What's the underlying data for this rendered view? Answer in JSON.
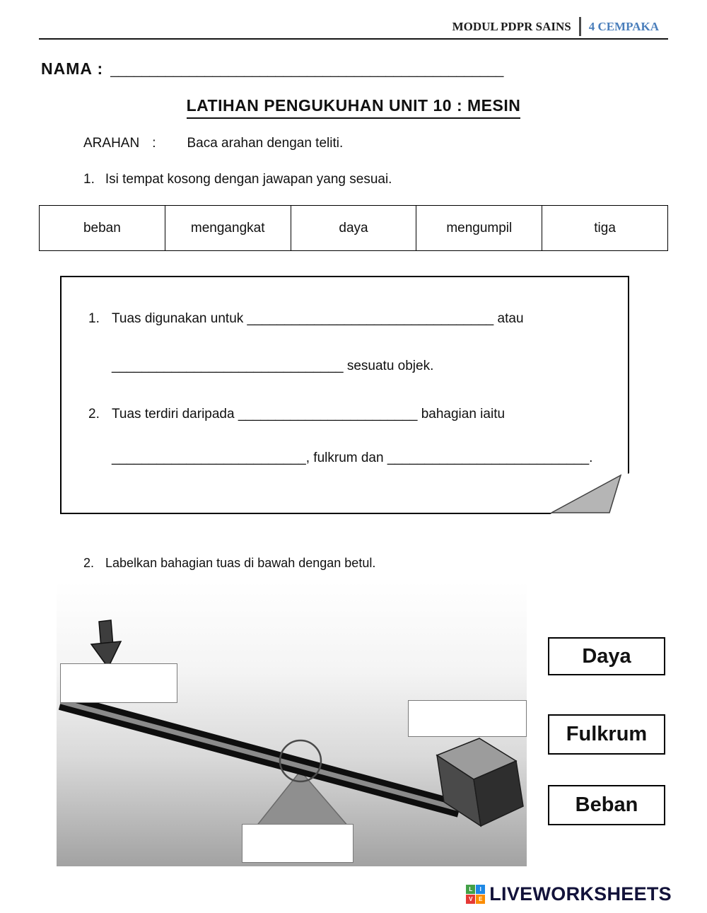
{
  "header": {
    "module_title": "MODUL PDPR SAINS",
    "class_name": "4 CEMPAKA"
  },
  "name_row": {
    "label": "NAMA  :",
    "blank": "__________________________________________________"
  },
  "title": "LATIHAN PENGUKUHAN UNIT 10 : MESIN",
  "instruction_row": {
    "label": "ARAHAN",
    "separator": ":",
    "text": "Baca arahan dengan teliti."
  },
  "question1": {
    "number": "1.",
    "text": "Isi tempat kosong dengan jawapan yang sesuai."
  },
  "word_bank": [
    "beban",
    "mengangkat",
    "daya",
    "mengumpil",
    "tiga"
  ],
  "exercise_box": {
    "item1": {
      "number": "1.",
      "line1": "Tuas digunakan untuk _________________________________ atau",
      "line2": "_______________________________ sesuatu objek."
    },
    "item2": {
      "number": "2.",
      "line1": "Tuas terdiri daripada ________________________ bahagian iaitu",
      "line2": "__________________________, fulkrum dan ___________________________."
    }
  },
  "question2": {
    "number": "2.",
    "text": "Labelkan bahagian tuas di bawah dengan betul."
  },
  "answer_labels": [
    "Daya",
    "Fulkrum",
    "Beban"
  ],
  "footer": {
    "brand": "LIVEWORKSHEETS",
    "icon_letters": [
      "L",
      "I",
      "V",
      "E"
    ]
  },
  "colors": {
    "class_blue": "#4a7ebb",
    "brand_dark": "#12123a"
  }
}
